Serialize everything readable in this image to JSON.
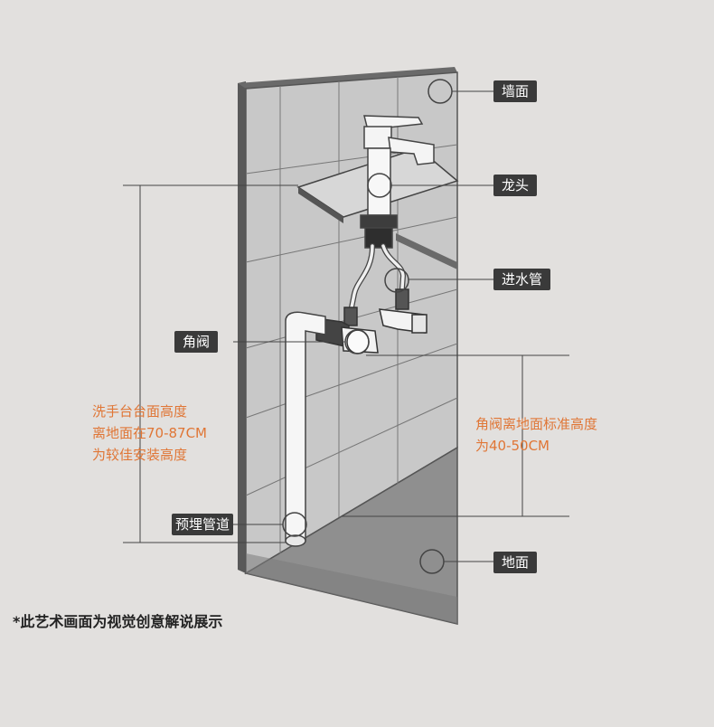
{
  "labels": {
    "wall": "墙面",
    "faucet": "龙头",
    "inlet_pipe": "进水管",
    "angle_valve": "角阀",
    "embedded_pipe": "预埋管道",
    "floor": "地面"
  },
  "notes": {
    "basin_height": [
      "洗手台台面高度",
      "离地面在70-87CM",
      "为较佳安装高度"
    ],
    "valve_height": [
      "角阀离地面标准高度",
      "为40-50CM"
    ]
  },
  "disclaimer": "*此艺术画面为视觉创意解说展示",
  "colors": {
    "accent": "#e07636",
    "label_bg": "#3a3a3a",
    "wall": "#c9c9c9",
    "floor": "#8e8e8e"
  }
}
